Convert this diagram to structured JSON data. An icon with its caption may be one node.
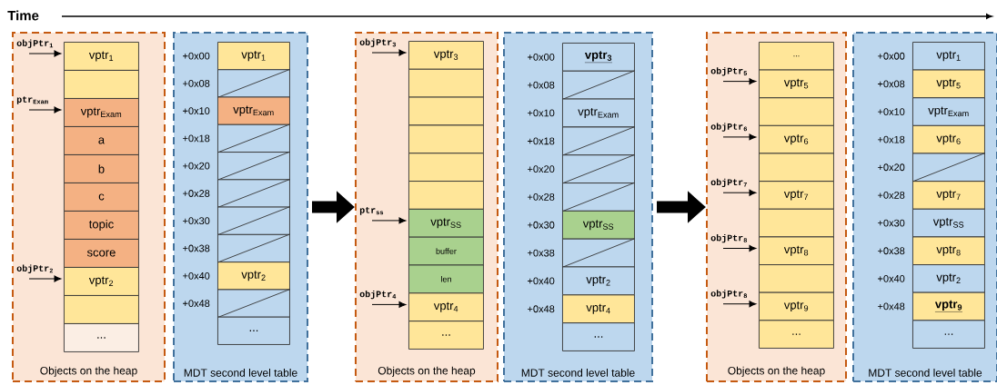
{
  "diagram": {
    "title": "Time",
    "nodes": [
      {
        "text": [
          "Objects on the heap"
        ]
      },
      {
        "text": [
          "vptr$_{1}$"
        ],
        "in": 0
      },
      {
        "text": [],
        "shape": "box",
        "in": 0
      },
      {
        "text": [
          "vptr$_{Exam}$"
        ],
        "in": 0
      },
      {
        "text": [
          "a"
        ],
        "in": 0
      },
      {
        "text": [
          "b"
        ],
        "in": 0
      },
      {
        "text": [
          "c"
        ],
        "in": 0
      },
      {
        "text": [
          "topic"
        ],
        "in": 0
      },
      {
        "text": [
          "score"
        ],
        "in": 0
      },
      {
        "text": [
          "vptr$_{2}$"
        ],
        "in": 0
      },
      {
        "text": [],
        "shape": "box",
        "in": 0
      },
      {
        "text": [
          "..."
        ],
        "in": 0
      },
      {
        "text": [
          "objPtr$_{1}$"
        ],
        "in": 0
      },
      {
        "text": [
          "ptr$_{Exam}$"
        ],
        "in": 0
      },
      {
        "text": [
          "objPtr$_{2}$"
        ],
        "in": 0
      },
      {
        "text": [
          "MDT second level table"
        ]
      },
      {
        "text": [
          "vptr$_{1}$"
        ],
        "beside": [
          "+0x00"
        ],
        "in": 15
      },
      {
        "text": [],
        "shape": "box",
        "beside": [
          "+0x08"
        ],
        "in": 15
      },
      {
        "text": [
          "vptr$_{Exam}$"
        ],
        "beside": [
          "+0x10"
        ],
        "in": 15
      },
      {
        "text": [],
        "shape": "box",
        "beside": [
          "+0x18"
        ],
        "in": 15
      },
      {
        "text": [],
        "shape": "box",
        "beside": [
          "+0x20"
        ],
        "in": 15
      },
      {
        "text": [],
        "shape": "box",
        "beside": [
          "+0x28"
        ],
        "in": 15
      },
      {
        "text": [],
        "shape": "box",
        "beside": [
          "+0x30"
        ],
        "in": 15
      },
      {
        "text": [],
        "shape": "box",
        "beside": [
          "+0x38"
        ],
        "in": 15
      },
      {
        "text": [
          "vptr$_{2}$"
        ],
        "beside": [
          "+0x40"
        ],
        "in": 15
      },
      {
        "text": [],
        "shape": "box",
        "beside": [
          "+0x48"
        ],
        "in": 15
      },
      {
        "text": [
          "..."
        ],
        "in": 15
      },
      {
        "text": [
          "Objects on the heap"
        ]
      },
      {
        "text": [
          "vptr$_{3}$"
        ],
        "in": 27
      },
      {
        "text": [],
        "shape": "box",
        "in": 27
      },
      {
        "text": [],
        "shape": "box",
        "in": 27
      },
      {
        "text": [],
        "shape": "box",
        "in": 27
      },
      {
        "text": [],
        "shape": "box",
        "in": 27
      },
      {
        "text": [],
        "shape": "box",
        "in": 27
      },
      {
        "text": [
          "vptr$_{SS}$"
        ],
        "in": 27
      },
      {
        "text": [
          "buffer"
        ],
        "in": 27
      },
      {
        "text": [
          "len"
        ],
        "in": 27
      },
      {
        "text": [
          "vptr$_{4}$"
        ],
        "in": 27
      },
      {
        "text": [
          "..."
        ],
        "in": 27
      },
      {
        "text": [
          "objPtr$_{3}$"
        ],
        "in": 27
      },
      {
        "text": [
          "ptr$_{ss}$"
        ],
        "in": 27
      },
      {
        "text": [
          "objPtr$_{4}$"
        ],
        "in": 27
      },
      {
        "text": [
          "MDT second level table"
        ]
      },
      {
        "text": [
          "vptr$_{3}$"
        ],
        "beside": [
          "+0x00"
        ],
        "in": 42
      },
      {
        "text": [],
        "shape": "box",
        "beside": [
          "+0x08"
        ],
        "in": 42
      },
      {
        "text": [
          "vptr$_{Exam}$"
        ],
        "beside": [
          "+0x10"
        ],
        "in": 42
      },
      {
        "text": [],
        "shape": "box",
        "beside": [
          "+0x18"
        ],
        "in": 42
      },
      {
        "text": [],
        "shape": "box",
        "beside": [
          "+0x20"
        ],
        "in": 42
      },
      {
        "text": [],
        "shape": "box",
        "beside": [
          "+0x28"
        ],
        "in": 42
      },
      {
        "text": [
          "vptr$_{SS}$"
        ],
        "beside": [
          "+0x30"
        ],
        "in": 42
      },
      {
        "text": [],
        "shape": "box",
        "beside": [
          "+0x38"
        ],
        "in": 42
      },
      {
        "text": [
          "vptr$_{2}$"
        ],
        "beside": [
          "+0x40"
        ],
        "in": 42
      },
      {
        "text": [
          "vptr$_{4}$"
        ],
        "beside": [
          "+0x48"
        ],
        "in": 42
      },
      {
        "text": [
          "..."
        ],
        "in": 42
      },
      {
        "text": [
          "Objects on the heap"
        ]
      },
      {
        "text": [
          "..."
        ],
        "in": 54
      },
      {
        "text": [
          "vptr$_{5}$"
        ],
        "in": 54
      },
      {
        "text": [],
        "shape": "box",
        "in": 54
      },
      {
        "text": [
          "vptr$_{6}$"
        ],
        "in": 54
      },
      {
        "text": [],
        "shape": "box",
        "in": 54
      },
      {
        "text": [
          "vptr$_{7}$"
        ],
        "in": 54
      },
      {
        "text": [],
        "shape": "box",
        "in": 54
      },
      {
        "text": [
          "vptr$_{8}$"
        ],
        "in": 54
      },
      {
        "text": [],
        "shape": "box",
        "in": 54
      },
      {
        "text": [
          "vptr$_{9}$"
        ],
        "in": 54
      },
      {
        "text": [
          "..."
        ],
        "in": 54
      },
      {
        "text": [
          "objPtr$_{5}$"
        ],
        "in": 54
      },
      {
        "text": [
          "objPtr$_{6}$"
        ],
        "in": 54
      },
      {
        "text": [
          "objPtr$_{7}$"
        ],
        "in": 54
      },
      {
        "text": [
          "objPtr$_{8}$"
        ],
        "in": 54
      },
      {
        "text": [
          "objPtr$_{8}$"
        ],
        "in": 54
      },
      {
        "text": [
          "MDT second level table"
        ]
      },
      {
        "text": [
          "vptr$_{1}$"
        ],
        "beside": [
          "+0x00"
        ],
        "in": 71
      },
      {
        "text": [
          "vptr$_{5}$"
        ],
        "beside": [
          "+0x08"
        ],
        "in": 71
      },
      {
        "text": [
          "vptr$_{Exam}$"
        ],
        "beside": [
          "+0x10"
        ],
        "in": 71
      },
      {
        "text": [
          "vptr$_{6}$"
        ],
        "beside": [
          "+0x18"
        ],
        "in": 71
      },
      {
        "text": [],
        "shape": "box",
        "beside": [
          "+0x20"
        ],
        "in": 71
      },
      {
        "text": [
          "vptr$_{7}$"
        ],
        "beside": [
          "+0x28"
        ],
        "in": 71
      },
      {
        "text": [
          "vptr$_{SS}$"
        ],
        "beside": [
          "+0x30"
        ],
        "in": 71
      },
      {
        "text": [
          "vptr$_{8}$"
        ],
        "beside": [
          "+0x38"
        ],
        "in": 71
      },
      {
        "text": [
          "vptr$_{2}$"
        ],
        "beside": [
          "+0x40"
        ],
        "in": 71
      },
      {
        "text": [
          "vptr$_{9}$"
        ],
        "beside": [
          "+0x48"
        ],
        "in": 71
      },
      {
        "text": [
          "..."
        ],
        "in": 71
      }
    ],
    "edges": [
      {
        "from": 12,
        "to": 1,
        "arrow": "to"
      },
      {
        "from": 13,
        "to": 3,
        "arrow": "to"
      },
      {
        "from": 14,
        "to": 9,
        "arrow": "to"
      },
      {
        "from": 15,
        "to": 27,
        "arrow": "to",
        "style": "thick"
      },
      {
        "from": 39,
        "to": 28,
        "arrow": "to"
      },
      {
        "from": 40,
        "to": 34,
        "arrow": "to"
      },
      {
        "from": 41,
        "to": 37,
        "arrow": "to"
      },
      {
        "from": 42,
        "to": 54,
        "arrow": "to",
        "style": "thick"
      },
      {
        "from": 66,
        "to": 56,
        "arrow": "to"
      },
      {
        "from": 67,
        "to": 58,
        "arrow": "to"
      },
      {
        "from": 68,
        "to": 60,
        "arrow": "to"
      },
      {
        "from": 69,
        "to": 62,
        "arrow": "to"
      },
      {
        "from": 70,
        "to": 64,
        "arrow": "to"
      }
    ]
  }
}
